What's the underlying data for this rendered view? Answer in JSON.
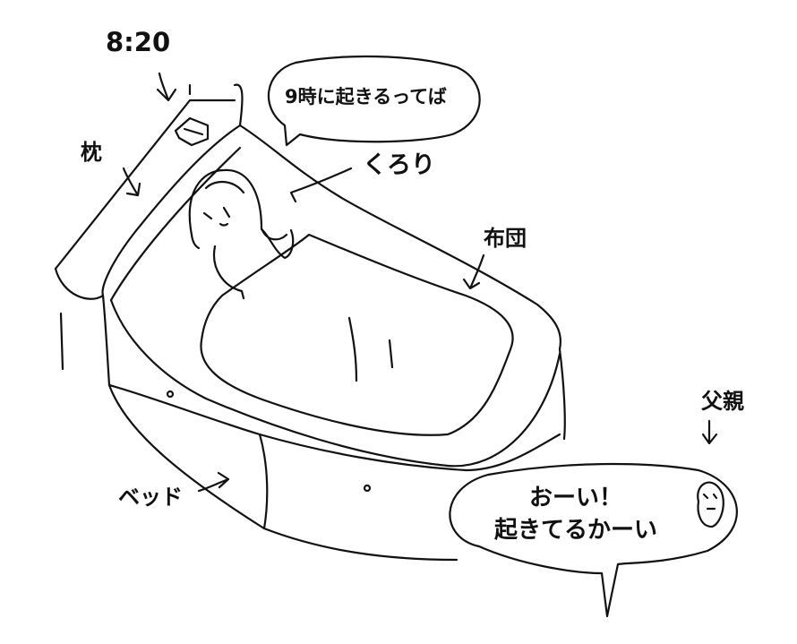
{
  "labels": {
    "time": "8:20",
    "pillow": "枕",
    "kurori": "くろり",
    "futon": "布団",
    "father": "父親",
    "bed": "ベッド"
  },
  "speech": {
    "top": "9時に起きるってば",
    "bottom_line1": "おーい！",
    "bottom_line2": "起きてるかーい"
  },
  "colors": {
    "ink": "#111111",
    "paper": "#ffffff"
  }
}
